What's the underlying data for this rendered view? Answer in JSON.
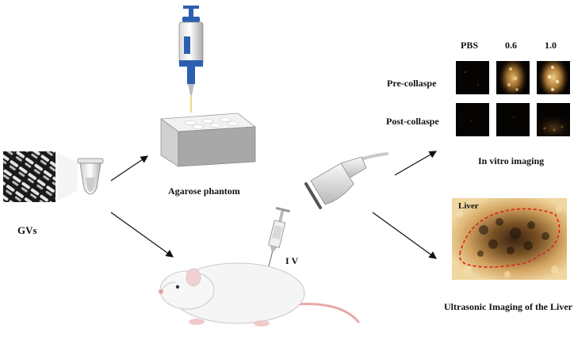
{
  "labels": {
    "gvs": "GVs",
    "agarose": "Agarose phantom",
    "iv": "I V",
    "invitro": "In vitro imaging",
    "liver_title": "Ultrasonic Imaging of the Liver",
    "liver_inset": "Liver"
  },
  "grid": {
    "columns": [
      "PBS",
      "0.6",
      "1.0"
    ],
    "rows": [
      "Pre-collaspe",
      "Post-collaspe"
    ]
  },
  "colors": {
    "arrow": "#111111",
    "liver_outline": "#e0201a",
    "us_dark": "#050403",
    "us_bright": "#e8c078",
    "pipette_blue": "#2c5fb0"
  }
}
